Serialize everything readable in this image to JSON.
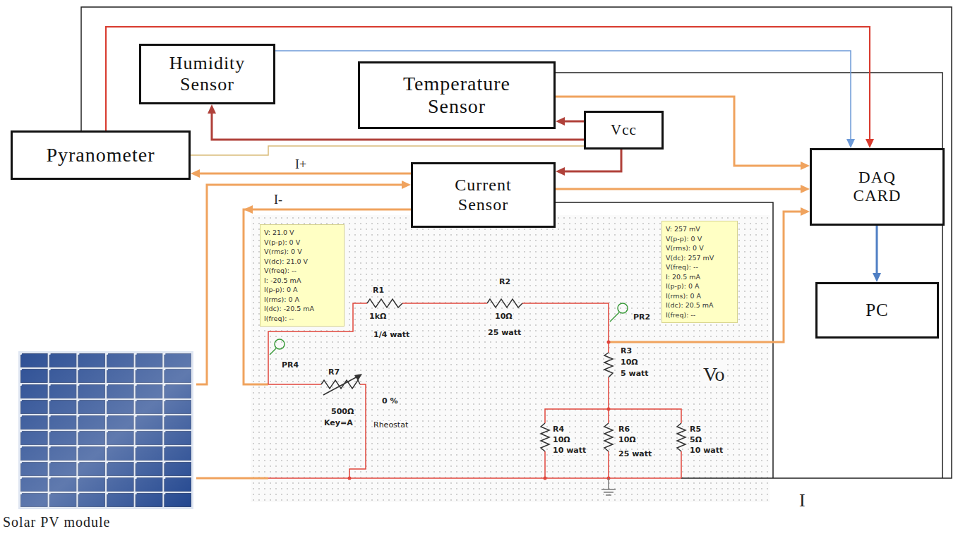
{
  "diagram": {
    "nodes": [
      {
        "text": [
          "Humidity Sensor"
        ]
      },
      {
        "text": [
          "Temperature Sensor"
        ]
      },
      {
        "text": [
          "Vcc"
        ]
      },
      {
        "text": [
          "Pyranometer"
        ]
      },
      {
        "text": [
          "Current Sensor"
        ]
      },
      {
        "text": [
          "DAQ CARD"
        ]
      },
      {
        "text": [
          "V: 21.0 V",
          "V(p-p): 0 V",
          "V(rms): 0 V",
          "V(dc): 21.0 V",
          "V(freq): --",
          "I: -20.5 mA",
          "I(p-p): 0 A",
          "I(rms): 0 A",
          "I(dc): -20.5 mA",
          "I(freq): --"
        ]
      },
      {
        "text": [
          "V: 257 mV",
          "V(p-p): 0 V",
          "V(rms): 0 V",
          "V(dc): 257 mV",
          "V(freq): --",
          "I: 20.5 mA",
          "I(p-p): 0 A",
          "I(rms): 0 A",
          "I(dc): 20.5 mA",
          "I(freq): --"
        ]
      },
      {
        "text": [
          "PC"
        ]
      },
      {
        "text": [
          "Solar PV module"
        ]
      }
    ],
    "edges": [
      {
        "from": 3,
        "to": 5,
        "arrow": "to"
      },
      {
        "from": 0,
        "to": 5,
        "arrow": "to"
      },
      {
        "from": 2,
        "to": 0,
        "arrow": "to"
      },
      {
        "from": 2,
        "to": 1,
        "arrow": "to"
      },
      {
        "from": 2,
        "to": 4,
        "arrow": "to"
      },
      {
        "from": 2,
        "to": 3,
        "arrow": "none"
      },
      {
        "from": 4,
        "to": 3,
        "label": "I+",
        "arrow": "to"
      },
      {
        "from": 1,
        "to": 5,
        "arrow": "to"
      },
      {
        "from": 4,
        "to": 5,
        "arrow": "to"
      },
      {
        "from": 9,
        "to": 4,
        "arrow": "to"
      },
      {
        "from": 5,
        "to": 8,
        "arrow": "to"
      }
    ],
    "labels": [
      "I-",
      "R1",
      "1kΩ",
      "1/4 watt",
      "R2",
      "10Ω",
      "25 watt",
      "PR2",
      "R3",
      "10Ω",
      "5 watt",
      "PR4",
      "R7",
      "500Ω",
      "Key=A",
      "0 %",
      "Rheostat",
      "R4",
      "10Ω",
      "10 watt",
      "R6",
      "10Ω",
      "25 watt",
      "R5",
      "5Ω",
      "10 watt",
      "Vo",
      "I"
    ]
  }
}
